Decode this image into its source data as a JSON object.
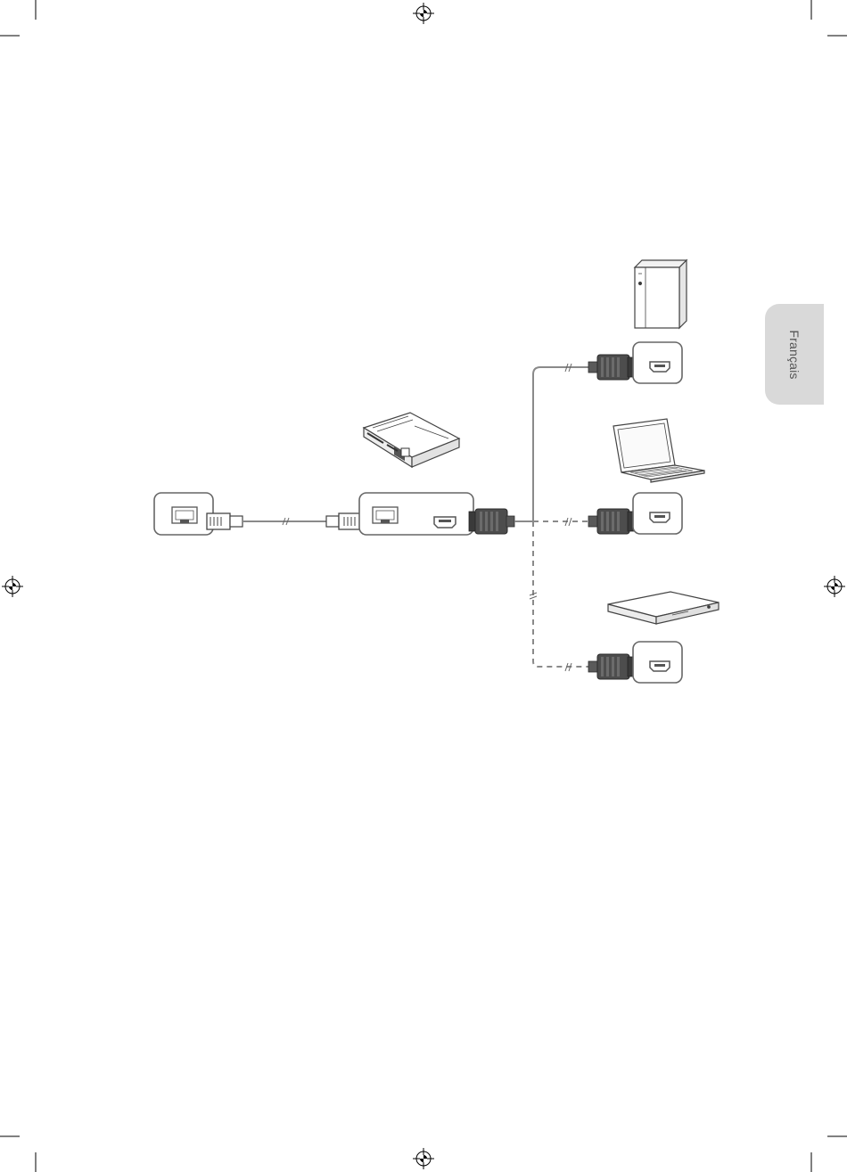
{
  "language_tab": {
    "label": "Français"
  },
  "colors": {
    "line": "#555555",
    "cable": "#8a8a8a",
    "connector_fill": "#4d4d4d",
    "connector_dark": "#2b2b2b",
    "device_fill": "#f7f7f7",
    "tab_background": "#d9d9d9",
    "tab_text": "#555555"
  },
  "icons": {
    "registration_mark": "crosshair-circle-icon",
    "lan_port": "ethernet-port-icon",
    "hdmi_port": "hdmi-port-icon",
    "rj45_plug": "rj45-plug-icon",
    "hdmi_plug": "hdmi-plug-icon",
    "tower_pc": "desktop-tower-icon",
    "laptop": "laptop-icon",
    "media_box": "media-player-icon",
    "hdbaset_box": "hdbaset-receiver-icon"
  },
  "cables": {
    "lan": "solid",
    "hdmi_source_1": "solid",
    "hdmi_source_2": "dashed",
    "hdmi_source_3": "dashed"
  }
}
